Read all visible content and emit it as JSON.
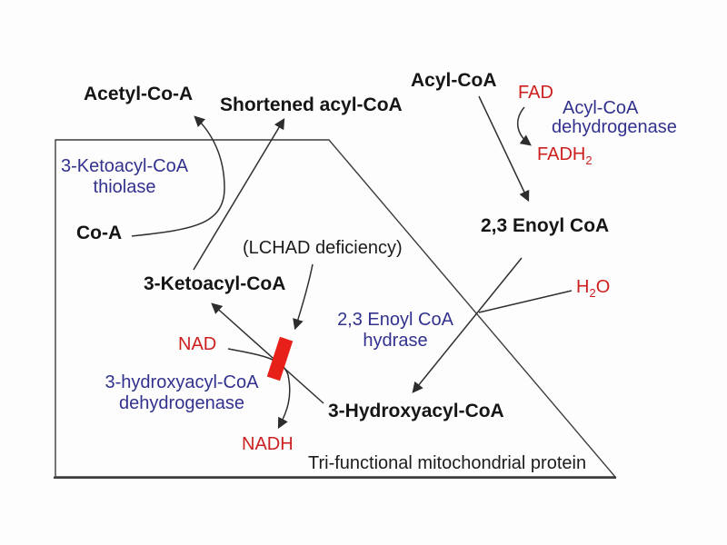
{
  "diagram": {
    "caption": "Tri-functional mitochondrial protein",
    "annotation": "(LCHAD deficiency)",
    "colors": {
      "metabolite_black": "#161616",
      "enzyme_blue": "#32328e",
      "cofactor_red": "#cc1f1f",
      "block_marker_red": "#e8201a",
      "line_gray": "#2f2f2f",
      "outline_gray": "#3d3d3d"
    },
    "metabolites": {
      "acetyl_coa": "Acetyl-Co-A",
      "shortened_acyl_coa": "Shortened acyl-CoA",
      "acyl_coa": "Acyl-CoA",
      "enoyl_coa": "2,3 Enoyl CoA",
      "ketoacyl_coa": "3-Ketoacyl-CoA",
      "hydroxyacyl_coa": "3-Hydroxyacyl-CoA",
      "coa": "Co-A"
    },
    "enzymes": {
      "thiolase_line1": "3-Ketoacyl-CoA",
      "thiolase_line2": "thiolase",
      "acyl_dehydrogenase_line1": "Acyl-CoA",
      "acyl_dehydrogenase_line2": "dehydrogenase",
      "enoyl_hydrase_line1": "2,3 Enoyl CoA",
      "enoyl_hydrase_line2": "hydrase",
      "hydroxyacyl_dehydrogenase_line1": "3-hydroxyacyl-CoA",
      "hydroxyacyl_dehydrogenase_line2": "dehydrogenase"
    },
    "cofactors": {
      "fad": "FAD",
      "fadh_base": "FADH",
      "fadh_sub": "2",
      "nad": "NAD",
      "nadh": "NADH",
      "h2o_pre": "H",
      "h2o_sub": "2",
      "h2o_post": "O"
    }
  }
}
